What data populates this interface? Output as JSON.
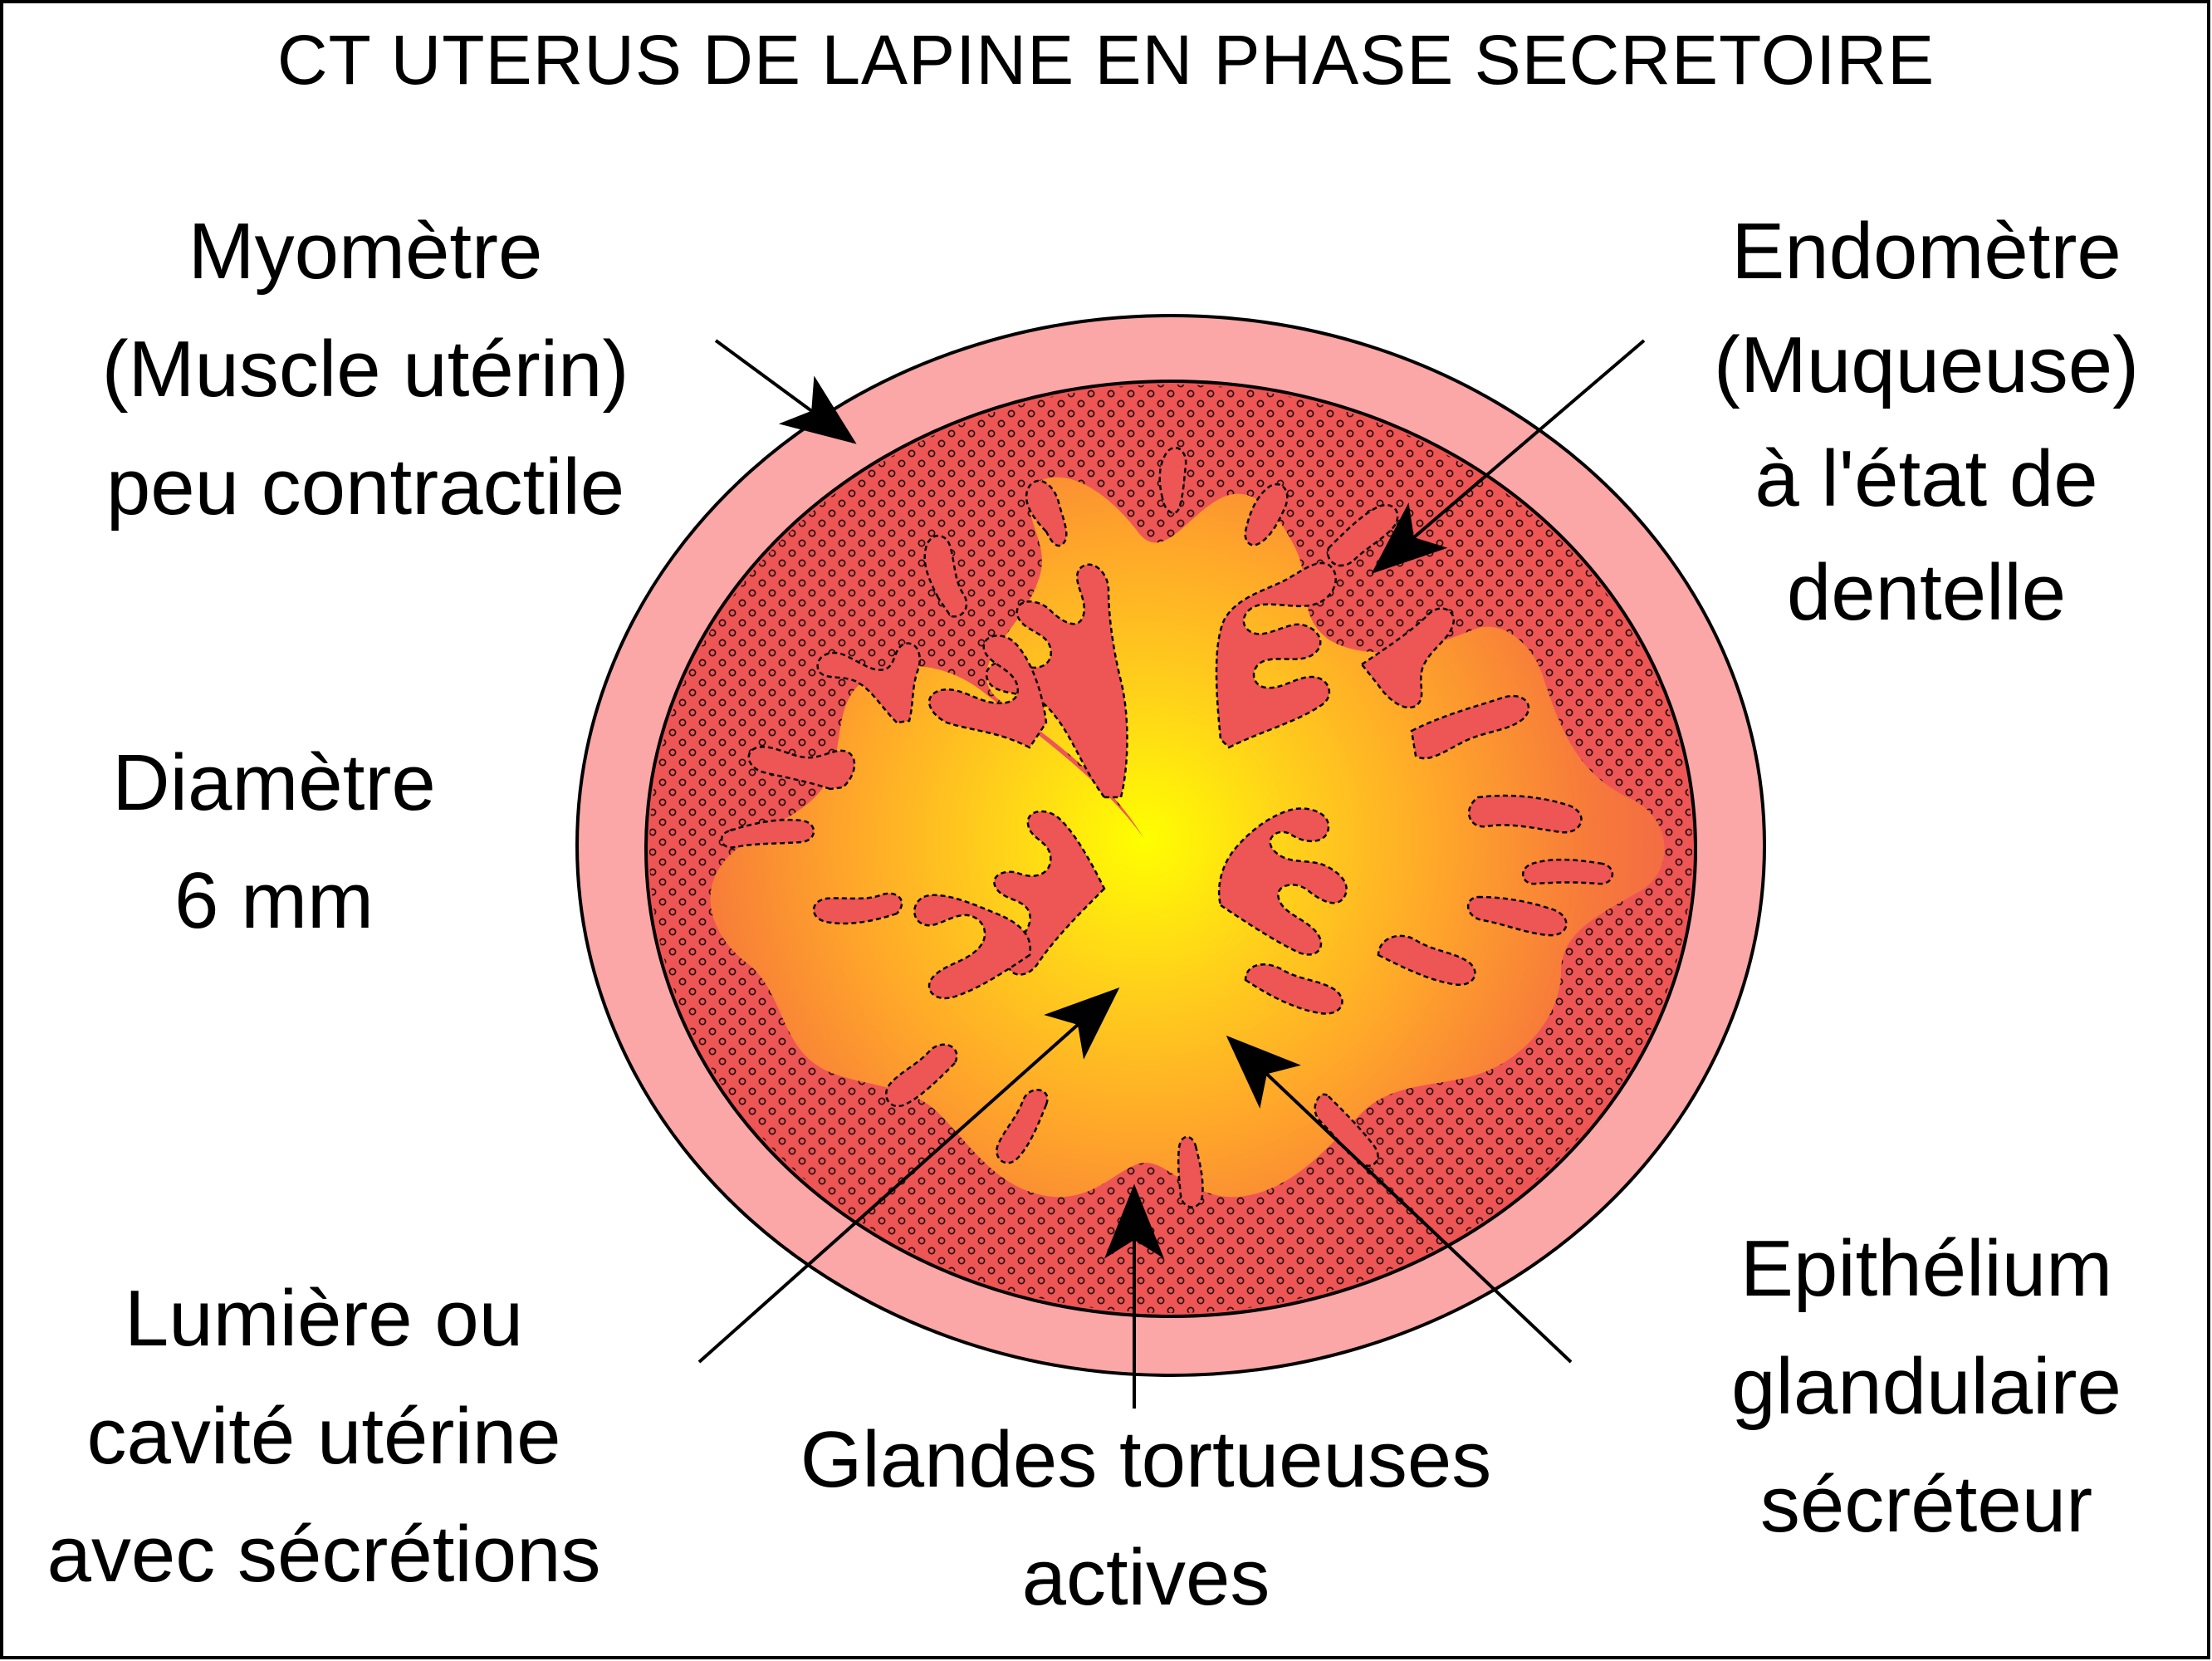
{
  "title": "CT UTERUS DE LAPINE EN PHASE SECRETOIRE",
  "labels": {
    "myometre": [
      "Myomètre",
      "(Muscle utérin)",
      "peu contractile"
    ],
    "endometre": [
      "Endomètre",
      "(Muqueuse)",
      "à l'état de",
      "dentelle"
    ],
    "diametre": [
      "Diamètre",
      "6 mm"
    ],
    "lumiere": [
      "Lumière ou",
      "cavité utérine",
      "avec sécrétions"
    ],
    "glandes": [
      "Glandes tortueuses",
      "actives"
    ],
    "epithelium": [
      "Epithélium",
      "glandulaire",
      "sécréteur"
    ]
  },
  "colors": {
    "myometre": "#FBA7A7",
    "endometre": "#EE5555",
    "lumen_center": "#FFFF00",
    "lumen_mid": "#FFAA22",
    "outline": "#000000"
  }
}
